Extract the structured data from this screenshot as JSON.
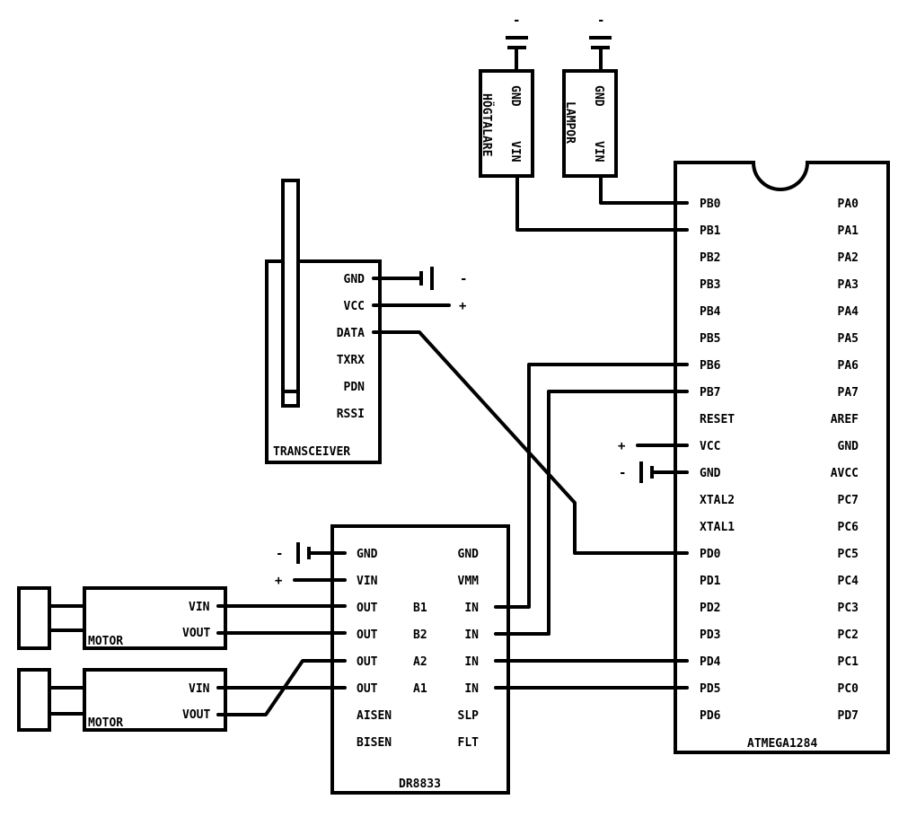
{
  "atmega": {
    "title": "ATMEGA1284",
    "left_pins": [
      "PB0",
      "PB1",
      "PB2",
      "PB3",
      "PB4",
      "PB5",
      "PB6",
      "PB7",
      "RESET",
      "VCC",
      "GND",
      "XTAL2",
      "XTAL1",
      "PD0",
      "PD1",
      "PD2",
      "PD3",
      "PD4",
      "PD5",
      "PD6"
    ],
    "right_pins": [
      "PA0",
      "PA1",
      "PA2",
      "PA3",
      "PA4",
      "PA5",
      "PA6",
      "PA7",
      "AREF",
      "GND",
      "AVCC",
      "PC7",
      "PC6",
      "PC5",
      "PC4",
      "PC3",
      "PC2",
      "PC1",
      "PC0",
      "PD7"
    ]
  },
  "transceiver": {
    "title": "TRANSCEIVER",
    "pins": [
      "GND",
      "VCC",
      "DATA",
      "TXRX",
      "PDN",
      "RSSI"
    ]
  },
  "driver": {
    "title": "DR8833",
    "left_pins": [
      "GND",
      "VIN",
      "OUT",
      "OUT",
      "OUT",
      "OUT",
      "AISEN",
      "BISEN"
    ],
    "mid_labels": [
      "B1",
      "B2",
      "A2",
      "A1"
    ],
    "right_pins": [
      "GND",
      "VMM",
      "IN",
      "IN",
      "IN",
      "IN",
      "SLP",
      "FLT"
    ]
  },
  "motors": [
    {
      "title": "MOTOR",
      "pins": [
        "VIN",
        "VOUT"
      ]
    },
    {
      "title": "MOTOR",
      "pins": [
        "VIN",
        "VOUT"
      ]
    }
  ],
  "speaker": {
    "title": "HÖGTALARE",
    "pins": [
      "GND",
      "VIN"
    ]
  },
  "lamps": {
    "title": "LAMPOR",
    "pins": [
      "GND",
      "VIN"
    ]
  },
  "signs": {
    "minus": "-",
    "plus": "+"
  }
}
